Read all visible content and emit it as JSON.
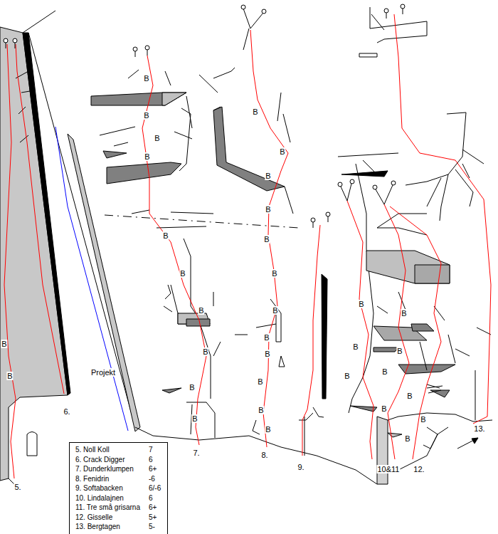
{
  "diagram": {
    "nodes": [
      {
        "text": [
          "5. Noll Koll",
          "7",
          "6. Crack Digger",
          "6",
          "7. Dunderklumpen",
          "6+",
          "8. Fenidrin",
          "-6",
          "9. Softabacken",
          "6/-6",
          "10. Lindalajnen",
          "6",
          "11. Tre små grisarna",
          "6+",
          "12. Gisselle",
          "5+",
          "13. Bergtagen",
          "5-"
        ]
      }
    ],
    "labels": [
      "5.",
      "6.",
      "7.",
      "8.",
      "9.",
      "10&11",
      "12.",
      "13.",
      "Projekt",
      "B",
      "B",
      "B",
      "B",
      "B",
      "B",
      "B",
      "B",
      "B",
      "B",
      "B",
      "B",
      "B",
      "B",
      "B",
      "B",
      "B",
      "B",
      "B",
      "B",
      "B",
      "B",
      "B",
      "B",
      "B",
      "B",
      "B",
      "B",
      "B",
      "B",
      "B",
      "B",
      "B",
      "B"
    ]
  }
}
